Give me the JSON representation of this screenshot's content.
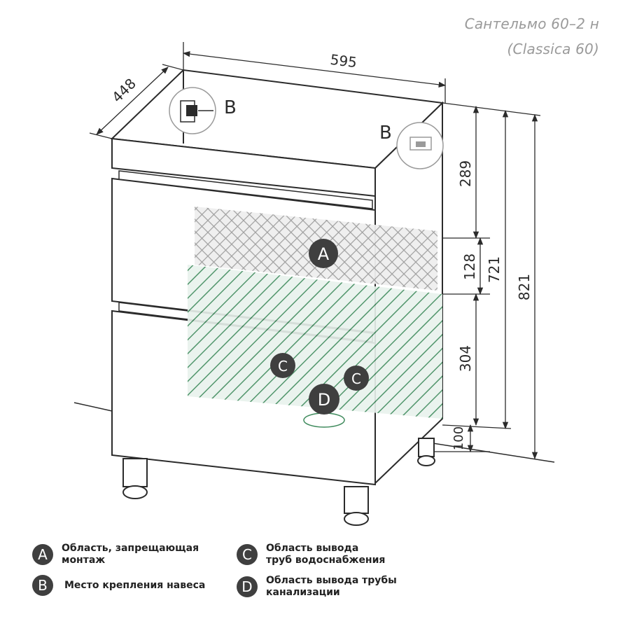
{
  "title": {
    "model": "Сантельмо 60–2 н",
    "series": "(Classica 60)"
  },
  "dimensions": {
    "width": "595",
    "depth": "448",
    "d289": "289",
    "d128": "128",
    "d304": "304",
    "d100": "100",
    "d721": "721",
    "d821": "821"
  },
  "markers": {
    "a": "A",
    "b": "B",
    "c": "C",
    "d": "D"
  },
  "legend": [
    {
      "letter": "A",
      "text": "Область, запрещающая\nмонтаж"
    },
    {
      "letter": "B",
      "text": "Место крепления навеса"
    },
    {
      "letter": "C",
      "text": "Область вывода\nтруб водоснабжения"
    },
    {
      "letter": "D",
      "text": "Область вывода трубы\nканализации"
    }
  ],
  "colors": {
    "line": "#2b2b2b",
    "zone_a": "#9a9a9a",
    "zone_c": "#3e8a5c",
    "badge": "#3f3f3f"
  }
}
